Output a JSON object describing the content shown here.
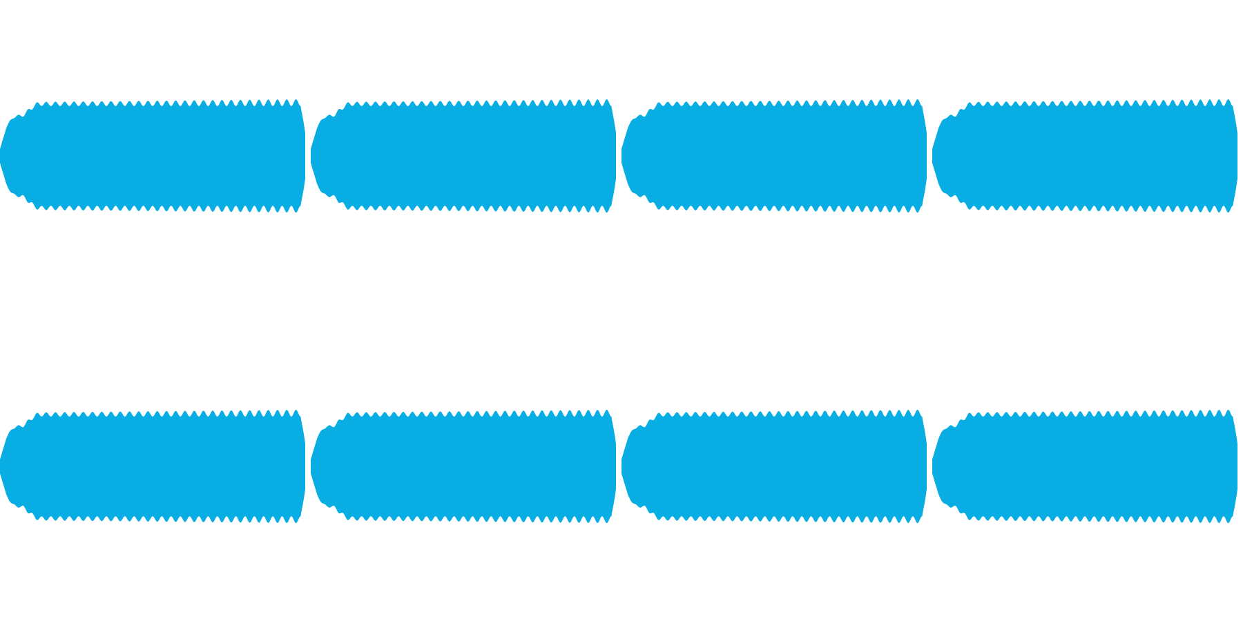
{
  "waveform": {
    "color": "#08aee3",
    "background": "#ffffff",
    "channel_count": 2,
    "segments_per_channel": 4,
    "segment": {
      "onset_fraction": 0.15,
      "ripple_cycles": 33,
      "ripple_depth": 0.12,
      "peak_level": 0.86,
      "start_level": 0.12
    }
  }
}
